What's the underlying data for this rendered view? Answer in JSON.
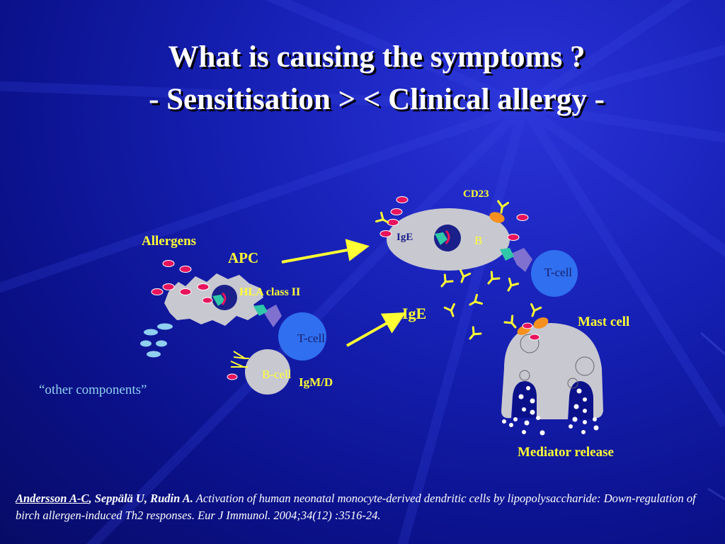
{
  "slide": {
    "title_line1": "What is causing the symptoms ?",
    "title_line2": "- Sensitisation > < Clinical allergy -"
  },
  "diagram": {
    "allergens_label": "Allergens",
    "apc_label": "APC",
    "hla_label": "HLA class II",
    "tcell_label": "T-cell",
    "bcell_label": "B-cell",
    "igmd_label": "IgM/D",
    "other_components_label": "“other components”",
    "ige_label": "IgE",
    "ige_inner_label": "IgE",
    "b_inner_label": "B",
    "cd23_label": "CD23",
    "tcell2_label": "T-cell",
    "mast_cell_label": "Mast cell",
    "mediator_release_label": "Mediator release"
  },
  "reference": {
    "author1": "Andersson A-C",
    "separator": ",",
    "authors_rest": " Seppälä U, Rudin A.",
    "text": " Activation of human neonatal monocyte-derived dendritic cells by lipopolysaccharide: Down-regulation of birch allergen-induced Th2 responses. Eur J Immunol. 2004;34(12) :3516-24."
  },
  "colors": {
    "background": "#1620b4",
    "title": "#ffffff",
    "label_yellow": "#ffff33",
    "cell_gray": "#c8c8d0",
    "tcell_blue": "#2f6ff0",
    "nucleus_navy": "#1a1f8a",
    "allergen_pink": "#e8135c",
    "ige_yellow": "#ffff33",
    "cd23_orange": "#f5901e"
  }
}
